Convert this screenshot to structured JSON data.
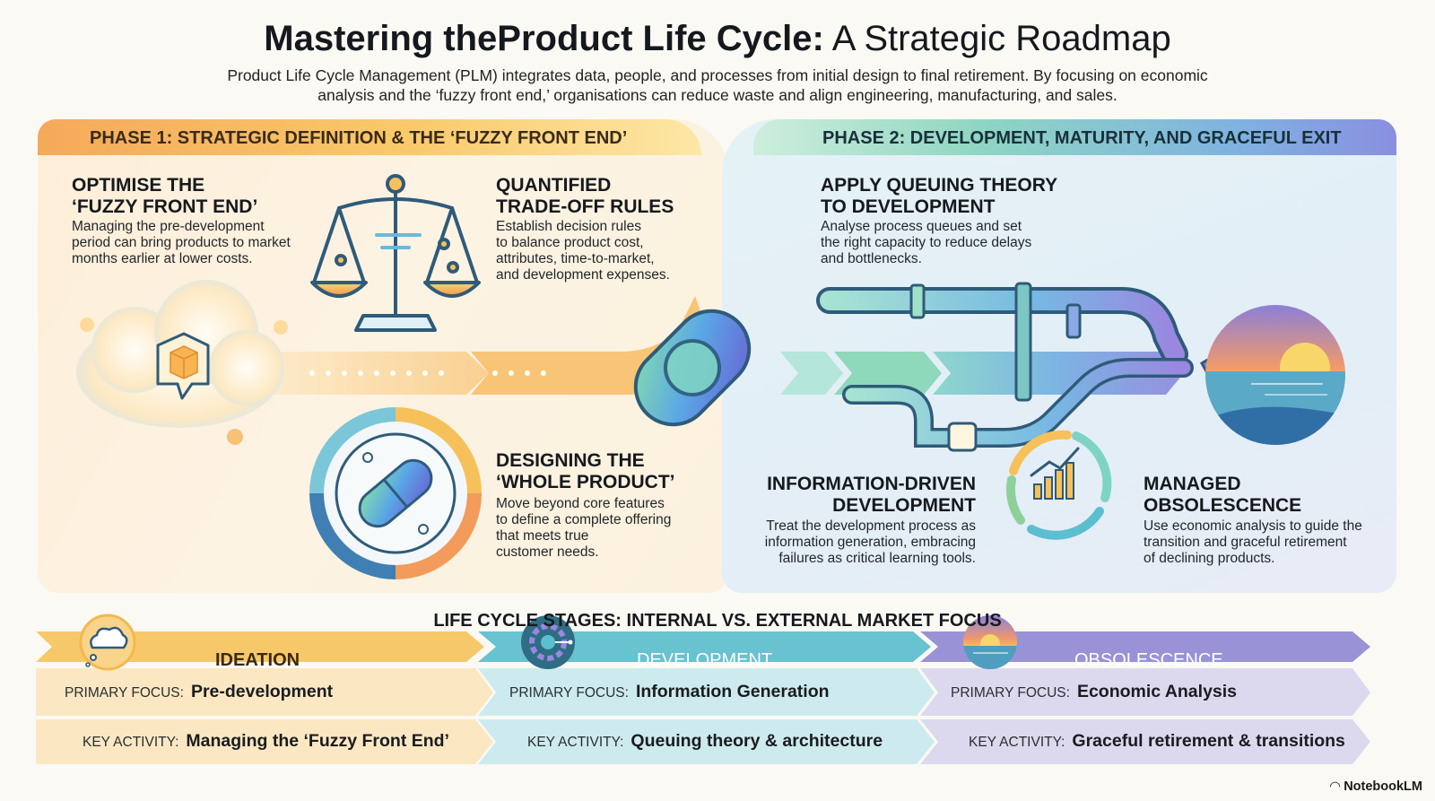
{
  "header": {
    "title_bold": "Mastering theProduct Life Cycle:",
    "title_light": "A Strategic Roadmap",
    "subtitle": "Product Life Cycle Management (PLM) integrates data, people, and processes from initial design to final retirement. By focusing on economic analysis and the ‘fuzzy front end,’ organisations can reduce waste and align engineering, manufacturing, and sales."
  },
  "phase1": {
    "title": "PHASE 1: STRATEGIC DEFINITION & THE ‘FUZZY FRONT END’",
    "sections": [
      {
        "heading": "OPTIMISE THE\n‘FUZZY FRONT END’",
        "body": "Managing the pre-development\nperiod can bring products to market\nmonths earlier at lower costs.",
        "icon": "cloud-cube-icon"
      },
      {
        "heading": "QUANTIFIED\nTRADE-OFF RULES",
        "body": "Establish decision rules\nto balance product cost,\nattributes, time-to-market,\nand development expenses.",
        "icon": "balance-scale-icon"
      },
      {
        "heading": "DESIGNING THE\n‘WHOLE PRODUCT’",
        "body": "Move beyond core features\nto define a complete offering\nthat meets true\ncustomer needs.",
        "icon": "capsule-target-icon"
      }
    ]
  },
  "phase2": {
    "title": "PHASE 2: DEVELOPMENT, MATURITY, AND GRACEFUL EXIT",
    "sections": [
      {
        "heading": "APPLY QUEUING THEORY\nTO DEVELOPMENT",
        "body": "Analyse process queues and set\nthe right capacity to reduce delays\nand bottlenecks.",
        "icon": "pipes-icon"
      },
      {
        "heading": "INFORMATION-DRIVEN\nDEVELOPMENT",
        "body": "Treat the development process as\ninformation generation, embracing\nfailures as critical learning tools.",
        "icon": "cycle-chart-icon"
      },
      {
        "heading": "MANAGED\nOBSOLESCENCE",
        "body": "Use economic analysis to guide the\ntransition and graceful retirement\nof declining products.",
        "icon": "sunset-icon"
      }
    ]
  },
  "stages": {
    "title": "LIFE CYCLE STAGES: INTERNAL VS. EXTERNAL MARKET FOCUS",
    "primary_label": "PRIMARY FOCUS:",
    "activity_label": "KEY ACTIVITY:",
    "items": [
      {
        "name": "IDEATION",
        "primary": "Pre-development",
        "activity": "Managing the ‘Fuzzy Front End’",
        "icon": "thought-cloud-icon",
        "color": "#f6c86a"
      },
      {
        "name": "DEVELOPMENT",
        "primary": "Information Generation",
        "activity": "Queuing theory & architecture",
        "icon": "gear-circuit-icon",
        "color": "#5bbfcf"
      },
      {
        "name": "OBSOLESCENCE",
        "primary": "Economic Analysis",
        "activity": "Graceful retirement & transitions",
        "icon": "sunset-icon",
        "color": "#9a92d6"
      }
    ]
  },
  "brand": "NotebookLM"
}
